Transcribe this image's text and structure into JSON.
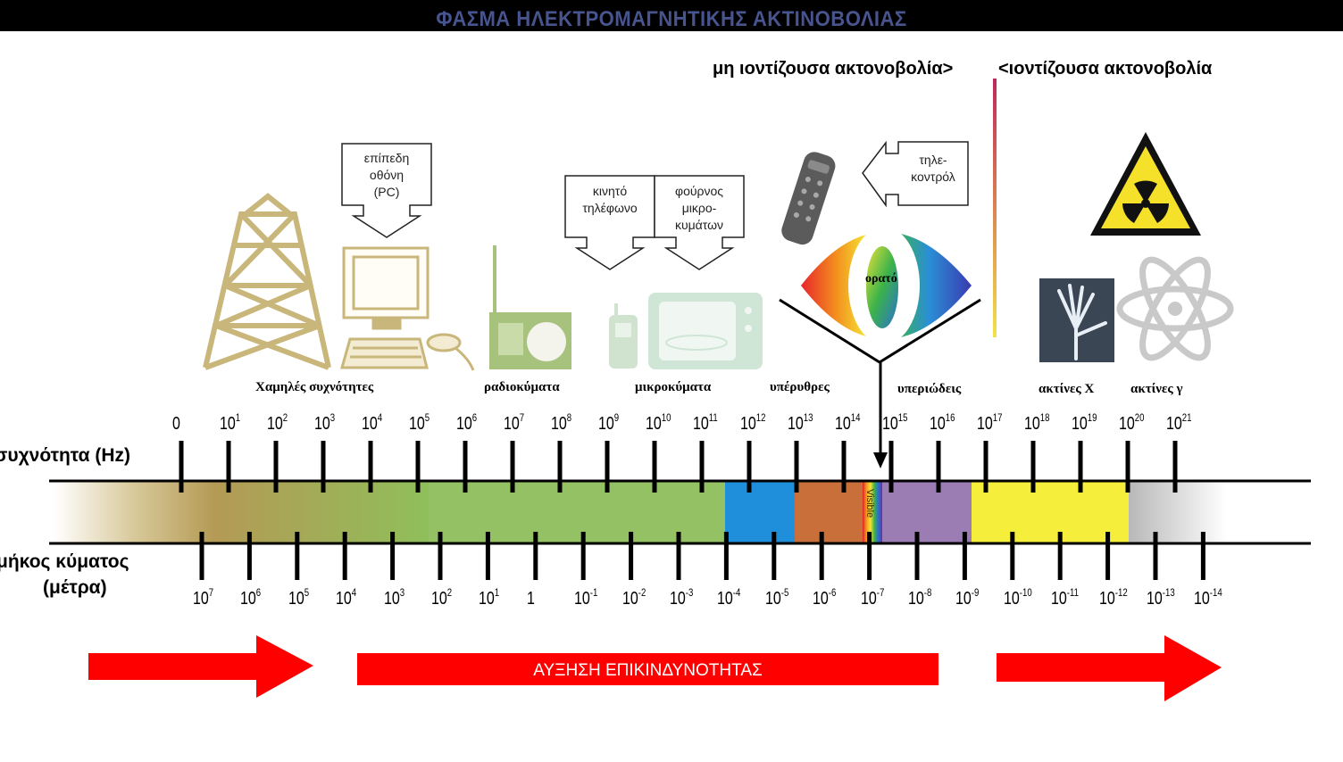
{
  "title": "ΦΑΣΜΑ ΗΛΕΚΤΡΟΜΑΓΝΗΤΙΚΗΣ ΑΚΤΙΝΟΒΟΛΙΑΣ",
  "ionizing": {
    "non_ionizing": "μη ιοντίζουσα ακτονοβολία>",
    "ionizing": "<ιοντίζουσα ακτονοβολία",
    "non_ionizing_color": "#c0285a",
    "ionizing_color": "#f2d84a"
  },
  "callouts": {
    "flat_screen": [
      "επίπεδη",
      "οθόνη",
      "(PC)"
    ],
    "mobile": [
      "κινητό",
      "τηλέφωνο"
    ],
    "microwave_oven": [
      "φούρνος",
      "μικρο-",
      "κυμάτων"
    ],
    "remote": [
      "τηλε-",
      "κοντρόλ"
    ]
  },
  "visible_label": "ορατό",
  "visible_band_label": "Visible",
  "categories": [
    "Χαμηλές συχνότητες",
    "ραδιοκύματα",
    "μικροκύματα",
    "υπέρυθρες",
    "υπεριώδεις",
    "ακτίνες Χ",
    "ακτίνες γ"
  ],
  "frequency_label": "συχνότητα (Hz)",
  "wavelength_label": [
    "μήκος κύματος",
    "(μέτρα)"
  ],
  "frequency_ticks": [
    {
      "base": "0",
      "exp": ""
    },
    {
      "base": "10",
      "exp": "1"
    },
    {
      "base": "10",
      "exp": "2"
    },
    {
      "base": "10",
      "exp": "3"
    },
    {
      "base": "10",
      "exp": "4"
    },
    {
      "base": "10",
      "exp": "5"
    },
    {
      "base": "10",
      "exp": "6"
    },
    {
      "base": "10",
      "exp": "7"
    },
    {
      "base": "10",
      "exp": "8"
    },
    {
      "base": "10",
      "exp": "9"
    },
    {
      "base": "10",
      "exp": "10"
    },
    {
      "base": "10",
      "exp": "11"
    },
    {
      "base": "10",
      "exp": "12"
    },
    {
      "base": "10",
      "exp": "13"
    },
    {
      "base": "10",
      "exp": "14"
    },
    {
      "base": "10",
      "exp": "15"
    },
    {
      "base": "10",
      "exp": "16"
    },
    {
      "base": "10",
      "exp": "17"
    },
    {
      "base": "10",
      "exp": "18"
    },
    {
      "base": "10",
      "exp": "19"
    },
    {
      "base": "10",
      "exp": "20"
    },
    {
      "base": "10",
      "exp": "21"
    }
  ],
  "wavelength_ticks": [
    {
      "base": "10",
      "exp": "7"
    },
    {
      "base": "10",
      "exp": "6"
    },
    {
      "base": "10",
      "exp": "5"
    },
    {
      "base": "10",
      "exp": "4"
    },
    {
      "base": "10",
      "exp": "3"
    },
    {
      "base": "10",
      "exp": "2"
    },
    {
      "base": "10",
      "exp": "1"
    },
    {
      "base": "1",
      "exp": ""
    },
    {
      "base": "10",
      "exp": "-1"
    },
    {
      "base": "10",
      "exp": "-2"
    },
    {
      "base": "10",
      "exp": "-3"
    },
    {
      "base": "10",
      "exp": "-4"
    },
    {
      "base": "10",
      "exp": "-5"
    },
    {
      "base": "10",
      "exp": "-6"
    },
    {
      "base": "10",
      "exp": "-7"
    },
    {
      "base": "10",
      "exp": "-8"
    },
    {
      "base": "10",
      "exp": "-9"
    },
    {
      "base": "10",
      "exp": "-10"
    },
    {
      "base": "10",
      "exp": "-11"
    },
    {
      "base": "10",
      "exp": "-12"
    },
    {
      "base": "10",
      "exp": "-13"
    },
    {
      "base": "10",
      "exp": "-14"
    }
  ],
  "danger_label": "ΑΥΞΗΣΗ ΕΠΙΚΙΝΔΥΝΟΤΗΤΑΣ",
  "colors": {
    "low_freq": "#b49a55",
    "radio": "#8fbf5a",
    "microwave": "#9bc66a",
    "infrared_blue": "#1f8fdc",
    "infrared_orange": "#c9703a",
    "ultraviolet": "#9b7cb3",
    "xray": "#f5ef3c",
    "gamma": "#bfbfbf",
    "danger": "#ff0000",
    "title": "#47548e",
    "icon_gold": "#c8b67a",
    "icon_green": "#a6c27c"
  },
  "icons": [
    "tower-icon",
    "computer-icon",
    "radio-icon",
    "mobile-phone-icon",
    "microwave-oven-icon",
    "remote-control-icon",
    "eye-icon",
    "radiation-warning-icon",
    "xray-hand-icon",
    "atom-icon"
  ]
}
